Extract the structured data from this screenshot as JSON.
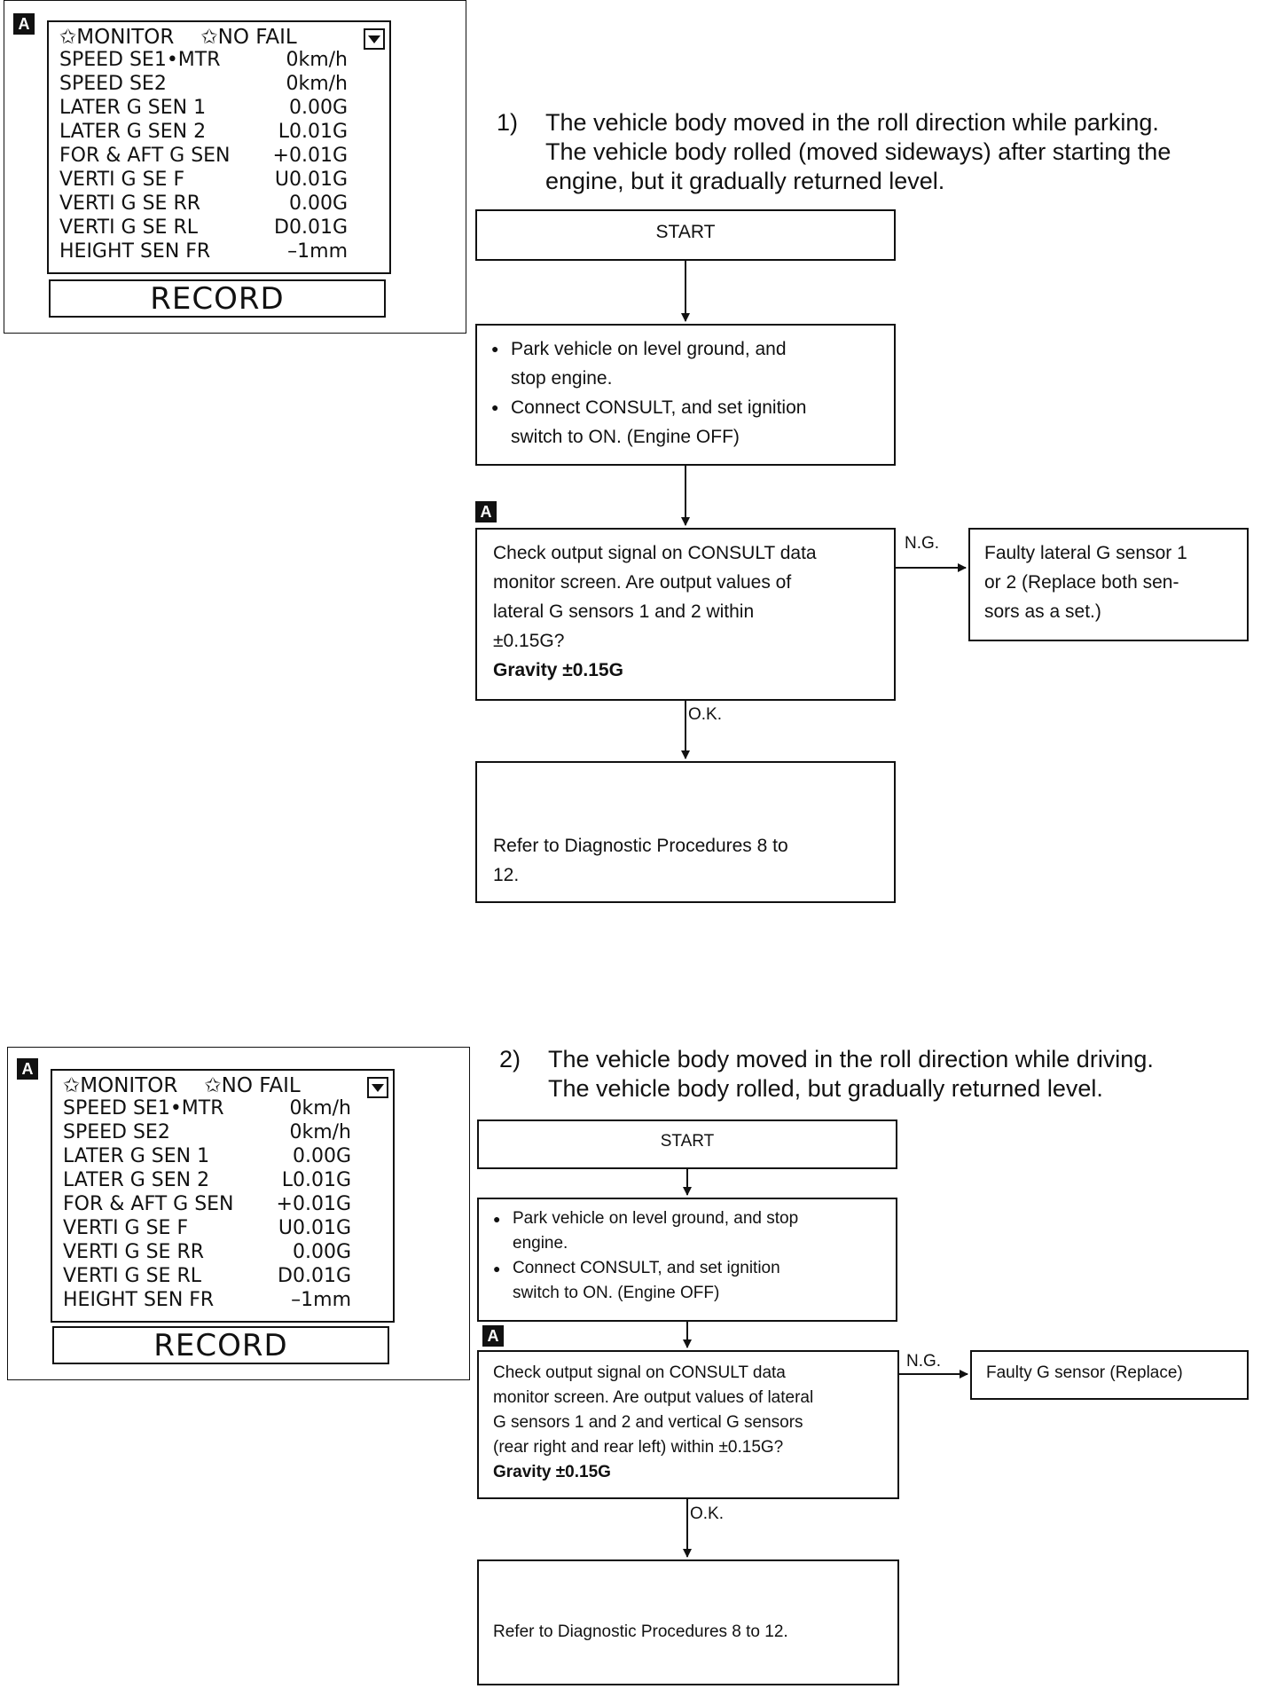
{
  "marker_label": "A",
  "monitor": {
    "header_left": "✩MONITOR",
    "header_right": "✩NO FAIL",
    "rows": [
      {
        "label": "SPEED SE1•MTR",
        "value": "0km/h"
      },
      {
        "label": "SPEED SE2",
        "value": "0km/h"
      },
      {
        "label": "LATER G SEN 1",
        "value": "0.00G"
      },
      {
        "label": "LATER G SEN 2",
        "value": "L0.01G"
      },
      {
        "label": "FOR & AFT G SEN",
        "value": "+0.01G"
      },
      {
        "label": "VERTI G SE F",
        "value": "U0.01G"
      },
      {
        "label": "VERTI G SE RR",
        "value": "0.00G"
      },
      {
        "label": "VERTI G SE RL",
        "value": "D0.01G"
      },
      {
        "label": "HEIGHT SEN FR",
        "value": "–1mm"
      }
    ],
    "record_label": "RECORD"
  },
  "section1": {
    "number": "1)",
    "heading": "The vehicle body moved in the roll direction while parking.\nThe vehicle body rolled (moved sideways) after starting the\nengine, but it gradually returned level.",
    "start": "START",
    "step1_bullets": [
      "Park vehicle on level ground, and\nstop engine.",
      "Connect CONSULT, and set ignition\nswitch to ON. (Engine OFF)"
    ],
    "check_text": "Check output signal on CONSULT data\nmonitor screen. Are output values of\nlateral G sensors 1 and 2 within\n±0.15G?",
    "check_bold": "Gravity ±0.15G",
    "ng_label": "N.G.",
    "ng_box": "Faulty lateral G sensor 1\nor 2 (Replace both sen-\nsors as a set.)",
    "ok_label": "O.K.",
    "refer": "Refer to Diagnostic Procedures 8 to\n12."
  },
  "section2": {
    "number": "2)",
    "heading": "The vehicle body moved in the roll direction while driving.\nThe vehicle body rolled, but gradually returned level.",
    "start": "START",
    "step1_bullets": [
      "Park vehicle on level ground, and stop\nengine.",
      "Connect CONSULT, and set ignition\nswitch to ON. (Engine OFF)"
    ],
    "check_text": "Check output signal on CONSULT data\nmonitor screen. Are output values of lateral\nG sensors 1 and 2 and vertical G sensors\n(rear right and rear left) within ±0.15G?",
    "check_bold": "Gravity ±0.15G",
    "ng_label": "N.G.",
    "ng_box": "Faulty G sensor (Replace)",
    "ok_label": "O.K.",
    "refer": "Refer to Diagnostic Procedures 8 to 12."
  }
}
